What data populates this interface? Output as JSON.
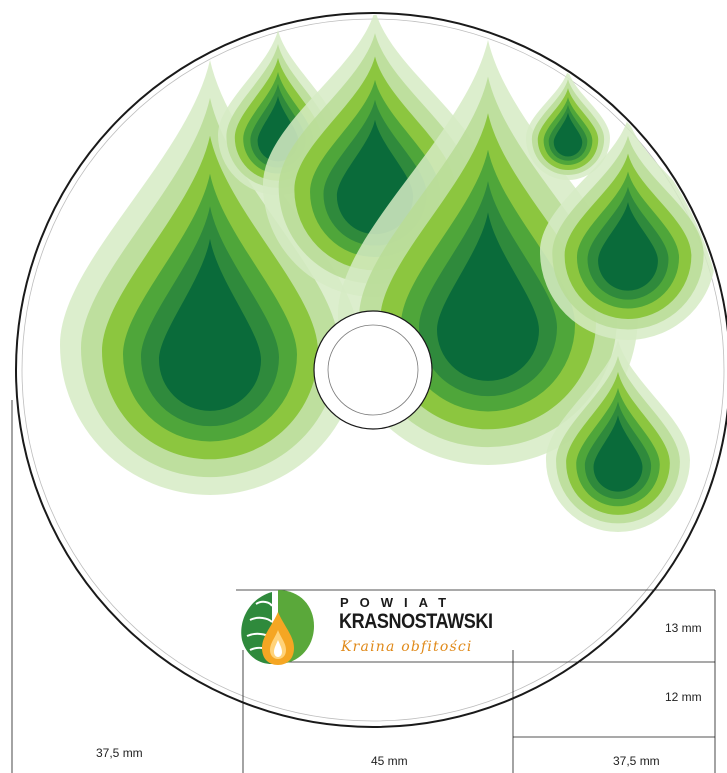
{
  "logo": {
    "line1": "POWIAT",
    "line2": "KRASNOSTAWSKI",
    "tagline": "Kraina obfitości"
  },
  "dimensions": {
    "top_band": "13 mm",
    "bottom_band": "12 mm",
    "left_width": "37,5 mm",
    "center_width": "45 mm",
    "right_width": "37,5 mm"
  },
  "colors": {
    "lightest": "#d6ebc4",
    "light": "#b9dc95",
    "mid": "#8cc63f",
    "midDark": "#4fa63a",
    "dark": "#2f8a3c",
    "darkest": "#0a6b3a",
    "accent": "#f5a623"
  }
}
